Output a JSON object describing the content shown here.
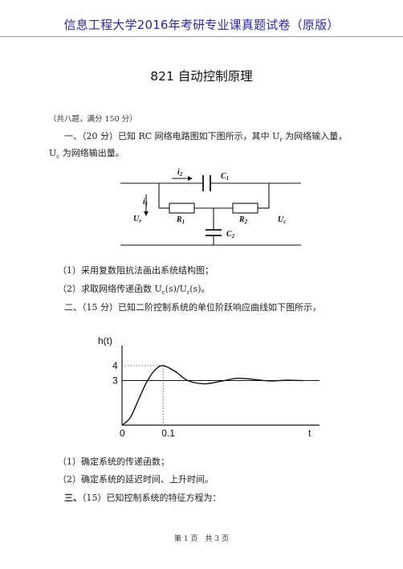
{
  "header": {
    "title": "信息工程大学2016年考研专业课真题试卷（原版）"
  },
  "document": {
    "title": "821 自动控制原理"
  },
  "intro": {
    "note": "（共八题，满分 150 分）"
  },
  "q1": {
    "prefix": "一、（20 分）已知 RC 网络电路图如下图所示，其中 U",
    "sub_r": "r",
    "suffix": " 为网络输入量，",
    "line2_u": "U",
    "line2_sub": "c",
    "line2_text": " 为网络输出量。",
    "sub1": "（1）采用复数阻抗法画出系统结构图；",
    "sub2_prefix": "（2）求取网络传递函数 U",
    "sub2_sub_c": "c",
    "sub2_mid": "(s)/U",
    "sub2_sub_r": "r",
    "sub2_end": "(s)。"
  },
  "circuit": {
    "i2": "i",
    "i2_sub": "2",
    "i1": "i",
    "i1_sub": "1",
    "c1": "C",
    "c1_sub": "1",
    "r1": "R",
    "r1_sub": "1",
    "r2": "R",
    "r2_sub": "2",
    "c2": "C",
    "c2_sub": "2",
    "ur": "U",
    "ur_sub": "r",
    "uc": "U",
    "uc_sub": "c"
  },
  "q2": {
    "text": "二、（15 分）已知二阶控制系统的单位阶跃响应曲线如下图所示，",
    "sub1": "（1）确定系统的传递函数；",
    "sub2": "（2）确定系统的延迟时间、上升时间。"
  },
  "chart_data": {
    "type": "line",
    "ylabel": "h(t)",
    "xlabel": "t",
    "y_ticks": [
      "4",
      "3"
    ],
    "x_ticks": [
      "0",
      "0.1"
    ],
    "peak": {
      "t": 0.1,
      "h": 4
    },
    "steady_state": 3,
    "series": [
      {
        "x": [
          0,
          0.02,
          0.04,
          0.06,
          0.08,
          0.1,
          0.13,
          0.16,
          0.2,
          0.24,
          0.28,
          0.32,
          0.36,
          0.4,
          0.44
        ],
        "values": [
          0,
          0.5,
          1.7,
          2.9,
          3.7,
          4.0,
          3.6,
          3.0,
          2.78,
          2.95,
          3.15,
          3.08,
          2.97,
          3.02,
          3.0
        ]
      }
    ]
  },
  "q3": {
    "label": "三、",
    "text": "（15）已知控制系统的特征方程为："
  },
  "footer": {
    "text": "第 1 页　共 3 页"
  }
}
